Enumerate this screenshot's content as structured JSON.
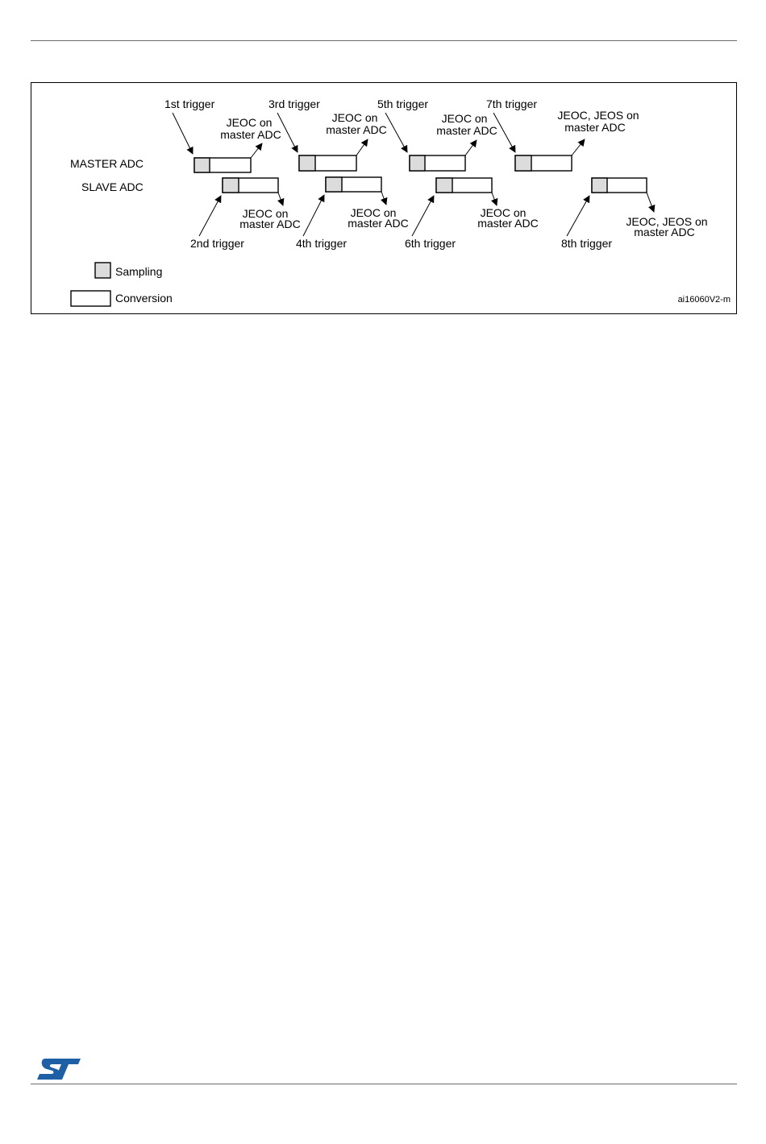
{
  "diagram": {
    "row_labels": {
      "master": "MASTER ADC",
      "slave": "SLAVE ADC"
    },
    "master_triggers": [
      "1st trigger",
      "3rd trigger",
      "5th trigger",
      "7th trigger"
    ],
    "slave_triggers": [
      "2nd trigger",
      "4th trigger",
      "6th trigger",
      "8th trigger"
    ],
    "master_events": [
      [
        "JEOC on",
        "master ADC"
      ],
      [
        "JEOC on",
        "master ADC"
      ],
      [
        "JEOC on",
        "master ADC"
      ],
      [
        "JEOC, JEOS on",
        "master ADC"
      ]
    ],
    "slave_events": [
      [
        "JEOC on",
        "master ADC"
      ],
      [
        "JEOC on",
        "master ADC"
      ],
      [
        "JEOC on",
        "master ADC"
      ],
      [
        "JEOC, JEOS on",
        "master ADC"
      ]
    ],
    "legend": {
      "sampling": "Sampling",
      "conversion": "Conversion"
    },
    "figure_code": "ai16060V2-m",
    "colors": {
      "sampling_fill": "#dcdcdc",
      "stroke": "#000000"
    }
  },
  "footer": {
    "logo_icon": "st-logo-icon",
    "logo_color": "#1f5fa6"
  }
}
